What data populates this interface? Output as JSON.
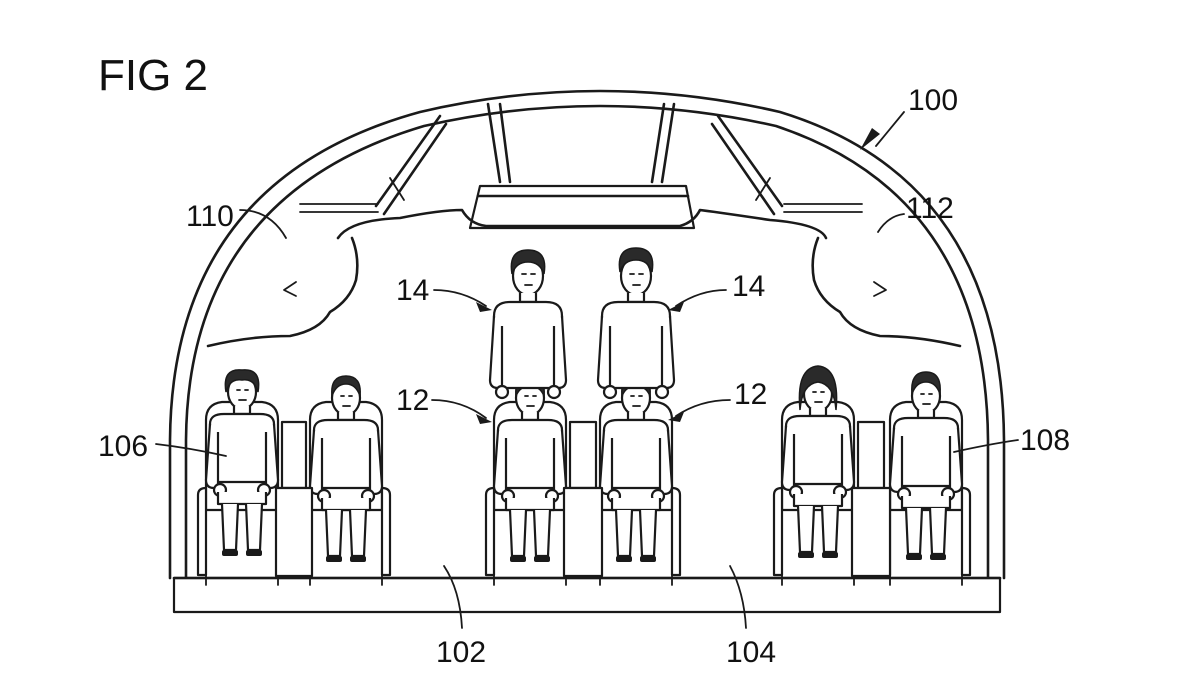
{
  "figure": {
    "title": "FIG 2"
  },
  "reference_numerals": {
    "fuselage": "100",
    "floor_left_aisle": "102",
    "floor_right_aisle": "104",
    "left_seat_group": "106",
    "right_seat_group": "108",
    "left_bin": "110",
    "right_bin": "112",
    "upper_passenger_left": "14",
    "upper_passenger_right": "14",
    "lower_seat_left": "12",
    "lower_seat_right": "12"
  }
}
